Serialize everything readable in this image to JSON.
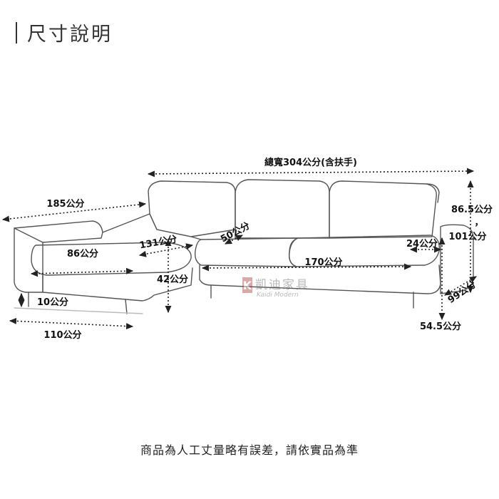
{
  "header": {
    "title": "尺寸說明"
  },
  "dimensions": {
    "total_width": "總寬304公分(含扶手)",
    "chaise_length": "185公分",
    "chaise_seat": "86公分",
    "corner_depth": "131公分",
    "back_cushion": "50公分",
    "seat_length": "170公分",
    "seat_height": "42公分",
    "leg_height": "10公分",
    "chaise_width": "110公分",
    "armrest_width": "24公分",
    "back_height": "86.5公分",
    "back_height_comma": "，",
    "total_height": "101公分",
    "depth": "99公分",
    "seat_depth": "54.5公分"
  },
  "watermark": {
    "brand": "凱迪家具",
    "brand_en": "Kaidi Modern",
    "logo_letter": "K"
  },
  "footer": {
    "note": "商品為人工丈量略有誤差，請依實品為準"
  }
}
